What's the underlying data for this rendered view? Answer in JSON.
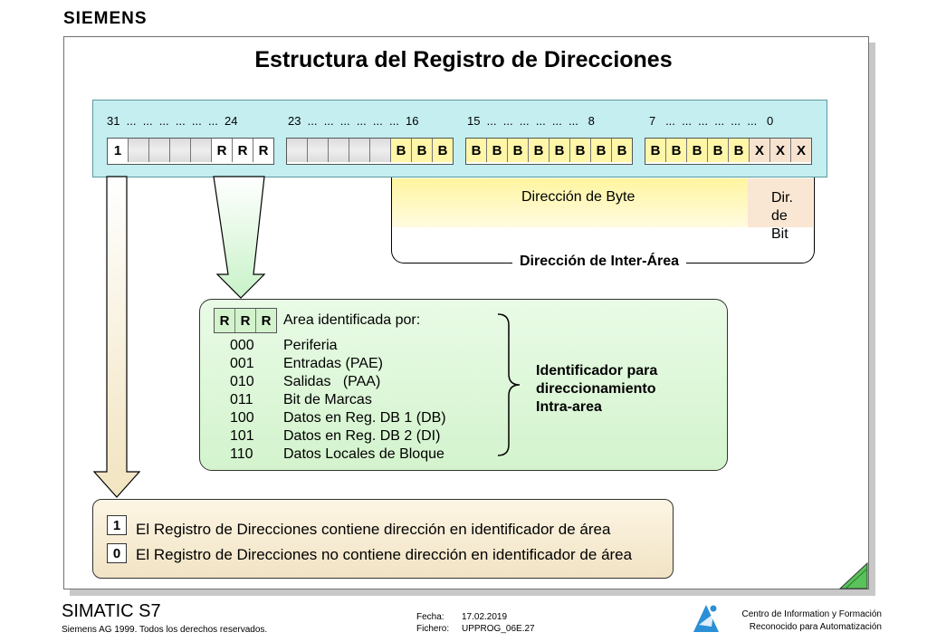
{
  "brand": "SIEMENS",
  "title": "Estructura del Registro de Direcciones",
  "register": {
    "ticks": [
      "31  ...  ...  ...  ...  ...  ...  24",
      "23  ...  ...  ...  ...  ...  ...  16",
      "15  ...  ...  ...  ...  ...  ...   8",
      "7   ...  ...  ...  ...  ...  ...   0"
    ],
    "group1": [
      "1",
      "",
      "",
      "",
      "",
      "R",
      "R",
      "R"
    ],
    "group2": [
      "",
      "",
      "",
      "",
      "",
      "B",
      "B",
      "B"
    ],
    "group3": [
      "B",
      "B",
      "B",
      "B",
      "B",
      "B",
      "B",
      "B"
    ],
    "group4": [
      "B",
      "B",
      "B",
      "B",
      "B",
      "X",
      "X",
      "X"
    ]
  },
  "byte_address": "Dirección de Byte",
  "bit_address_line1": "Dir. de",
  "bit_address_line2": "Bit",
  "inter_area": "Dirección de Inter-Área",
  "area": {
    "rrr": [
      "R",
      "R",
      "R"
    ],
    "heading": "Area identificada por:",
    "codes": [
      {
        "bits": "000",
        "desc": "Periferia"
      },
      {
        "bits": "001",
        "desc": "Entradas (PAE)"
      },
      {
        "bits": "010",
        "desc": "Salidas   (PAA)"
      },
      {
        "bits": "011",
        "desc": "Bit de Marcas"
      },
      {
        "bits": "100",
        "desc": "Datos en Reg. DB 1 (DB)"
      },
      {
        "bits": "101",
        "desc": "Datos en Reg. DB 2 (DI)"
      },
      {
        "bits": "110",
        "desc": "Datos Locales de Bloque"
      }
    ],
    "identifier": [
      "Identificador para",
      "direccionamiento",
      "Intra-area"
    ]
  },
  "flags": [
    {
      "bit": "1",
      "text": "El Registro de Direcciones contiene dirección en identificador de área"
    },
    {
      "bit": "0",
      "text": "El Registro de Direcciones no contiene dirección en identificador de área"
    }
  ],
  "footer": {
    "product": "SIMATIC S7",
    "copyright": "Siemens AG 1999. Todos los derechos reservados.",
    "fecha_label": "Fecha:",
    "fecha": "17.02.2019",
    "fichero_label": "Fichero:",
    "fichero": "UPPROG_06E.27",
    "center_line1": "Centro de Information y Formación",
    "center_line2": "Reconocido para Automatización"
  },
  "colors": {
    "register_bg": "#c4eef0",
    "green_box": "#d3f3cd",
    "byte_box": "#fff5a0",
    "flag_box": "#f1e3c4",
    "corner_green": "#59c25a",
    "logo_blue": "#2a8fd6"
  },
  "icons": [
    "arrow-down-icon",
    "brace-icon",
    "training-center-logo-icon",
    "page-corner-icon"
  ]
}
